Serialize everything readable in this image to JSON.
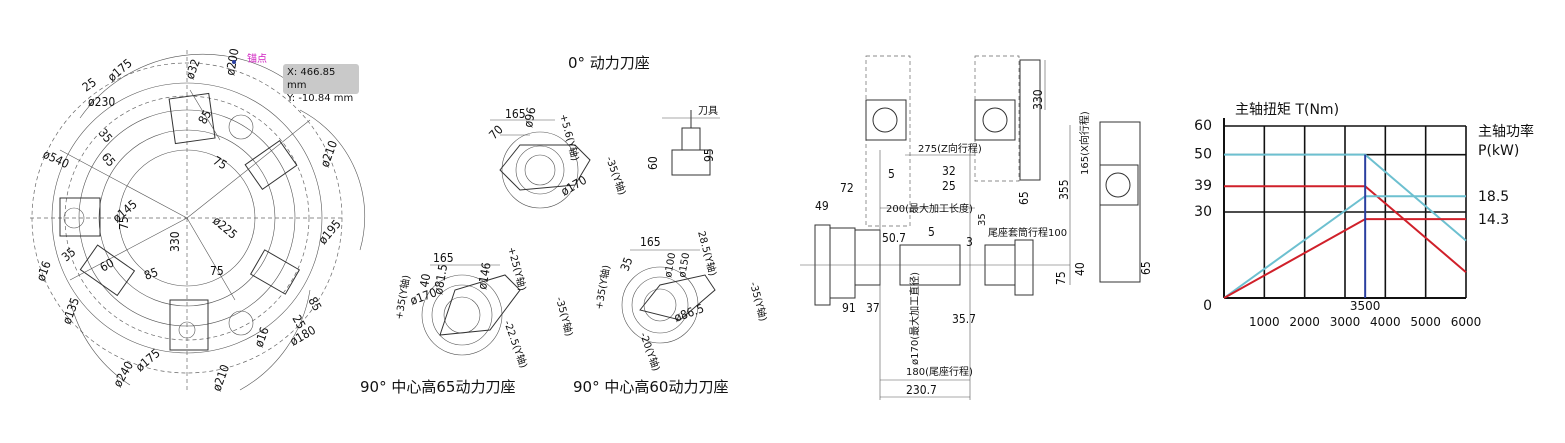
{
  "turret": {
    "dims": [
      "ø175",
      "ø32",
      "ø200",
      "25",
      "ø230",
      "85",
      "35",
      "65",
      "ø540",
      "75",
      "ø210",
      "75",
      "ø145",
      "330",
      "ø225",
      "ø195",
      "35",
      "60",
      "ø16",
      "85",
      "75",
      "ø135",
      "85",
      "25",
      "ø16",
      "ø180",
      "ø240",
      "ø175",
      "ø210"
    ],
    "anchor_label": "锚点",
    "coord_x": "X: 466.85 mm",
    "coord_y": "Y: -10.84 mm"
  },
  "tool_holders": {
    "title_0": "0° 动力刀座",
    "dims_0": [
      "165",
      "70",
      "ø96",
      "+5.6(Y轴)",
      "-35(Y轴)",
      "ø170"
    ],
    "side_label": "刀具",
    "side_dims": [
      "60",
      "95"
    ],
    "dims_65": [
      "165",
      "40",
      "ø81.5",
      "ø146",
      "+25(Y轴)",
      "+35(Y轴)",
      "ø170",
      "-35(Y轴)",
      "-22.5(Y轴)"
    ],
    "dims_60": [
      "165",
      "28.5(Y轴)",
      "ø100",
      "ø150",
      "35",
      "+35(Y轴)",
      "ø86.5",
      "-35(Y轴)",
      "-20(Y轴)"
    ],
    "caption_65": "90° 中心高65动力刀座",
    "caption_60": "90° 中心高60动力刀座"
  },
  "machine": {
    "dims": [
      "330",
      "275(Z向行程)",
      "5",
      "72",
      "32",
      "25",
      "165(X向行程)",
      "355",
      "49",
      "200(最大加工长度)",
      "35",
      "65",
      "50.7",
      "5",
      "3",
      "尾座套筒行程100",
      "75",
      "40",
      "65",
      "91",
      "37",
      "35.7",
      "ø170(最大加工直径)",
      "180(尾座行程)",
      "230.7"
    ]
  },
  "chart_data": {
    "type": "line",
    "title": "主轴扭矩 T(Nm)",
    "ylabel_right": "主轴功率",
    "ylabel_right_unit": "P(kW)",
    "x_ticks": [
      "1000",
      "2000",
      "3000",
      "4000",
      "5000",
      "6000"
    ],
    "x_marker": "3500",
    "y_ticks_left": [
      "0",
      "30",
      "39",
      "50",
      "60"
    ],
    "y_ticks_right": [
      "18.5",
      "14.3"
    ],
    "xlim": [
      0,
      6000
    ],
    "ylim": [
      0,
      60
    ],
    "series": [
      {
        "color": "#6dc0d0",
        "x": [
          0,
          3500,
          6000
        ],
        "y": [
          50,
          50,
          20
        ]
      },
      {
        "color": "#d0202a",
        "x": [
          0,
          3500,
          6000
        ],
        "y": [
          39,
          39,
          9
        ]
      },
      {
        "color": "#6dc0d0",
        "x": [
          0,
          3500,
          6000
        ],
        "y": [
          0,
          35.5,
          35.5
        ]
      },
      {
        "color": "#d0202a",
        "x": [
          0,
          3500,
          6000
        ],
        "y": [
          0,
          27.5,
          27.5
        ]
      }
    ],
    "vline": {
      "x": 3500,
      "color": "#2a3fa0"
    }
  }
}
